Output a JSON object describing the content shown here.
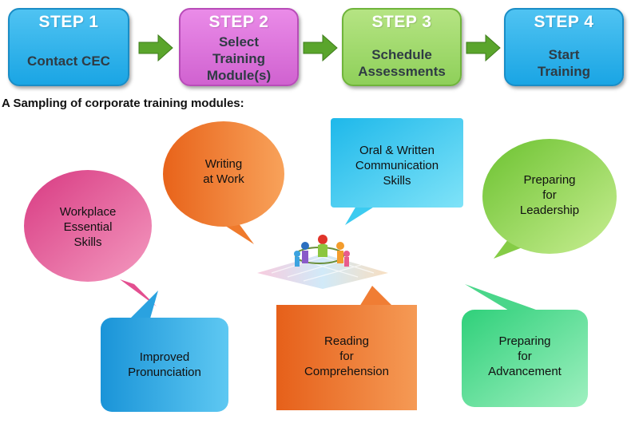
{
  "steps": [
    {
      "title": "STEP 1",
      "text": "Contact CEC"
    },
    {
      "title": "STEP 2",
      "text": "Select\nTraining\nModule(s)"
    },
    {
      "title": "STEP 3",
      "text": "Schedule\nAssessments"
    },
    {
      "title": "STEP 4",
      "text": "Start\nTraining"
    }
  ],
  "heading": "A Sampling of corporate training modules:",
  "modules": [
    {
      "label": "Workplace\nEssential\nSkills",
      "color": "#ea5f9c"
    },
    {
      "label": "Writing\nat Work",
      "color": "#f07a28"
    },
    {
      "label": "Oral & Written\nCommunication\nSkills",
      "color": "#29c6ef"
    },
    {
      "label": "Preparing\nfor\nLeadership",
      "color": "#8cd04a"
    },
    {
      "label": "Improved\nPronunciation",
      "color": "#2aa9e6"
    },
    {
      "label": "Reading\nfor\nComprehension",
      "color": "#f07a28"
    },
    {
      "label": "Preparing\nfor\nAdvancement",
      "color": "#4ed98a"
    }
  ],
  "colors": {
    "arrow_green": "#5aa52c",
    "step_blue": "#1aa5e4",
    "step_purple": "#d062d0",
    "step_green": "#8fd05a"
  }
}
